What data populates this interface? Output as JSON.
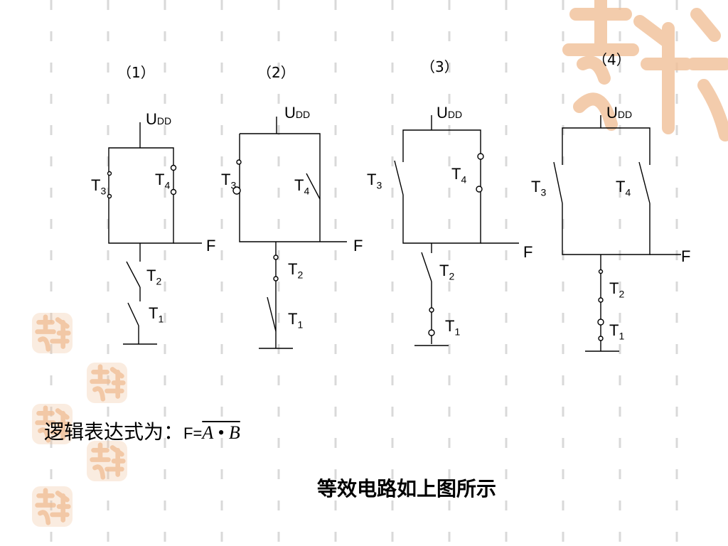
{
  "colors": {
    "line": "#000000",
    "watermark": "#f0bf97",
    "dash": "#d9d9d9"
  },
  "watermark": {
    "icon": "decorative-calligraphy-seal"
  },
  "panels": [
    {
      "num": "（1）",
      "vdd": "U",
      "vdd_sub": "DD",
      "t1": "T",
      "t1_sub": "1",
      "t2": "T",
      "t2_sub": "2",
      "t3": "T",
      "t3_sub": "3",
      "t4": "T",
      "t4_sub": "4",
      "out": "F"
    },
    {
      "num": "（2）",
      "vdd": "U",
      "vdd_sub": "DD",
      "t1": "T",
      "t1_sub": "1",
      "t2": "T",
      "t2_sub": "2",
      "t3": "T",
      "t3_sub": "3",
      "t4": "T",
      "t4_sub": "4",
      "out": "F"
    },
    {
      "num": "（3）",
      "vdd": "U",
      "vdd_sub": "DD",
      "t1": "T",
      "t1_sub": "1",
      "t2": "T",
      "t2_sub": "2",
      "t3": "T",
      "t3_sub": "3",
      "t4": "T",
      "t4_sub": "4",
      "out": "F"
    },
    {
      "num": "（4）",
      "vdd": "U",
      "vdd_sub": "DD",
      "t1": "T",
      "t1_sub": "1",
      "t2": "T",
      "t2_sub": "2",
      "t3": "T",
      "t3_sub": "3",
      "t4": "T",
      "t4_sub": "4",
      "out": "F"
    }
  ],
  "formula": {
    "prefix": "逻辑表达式为：",
    "lhs": "F=",
    "expr": "A • B"
  },
  "caption": "等效电路如上图所示"
}
